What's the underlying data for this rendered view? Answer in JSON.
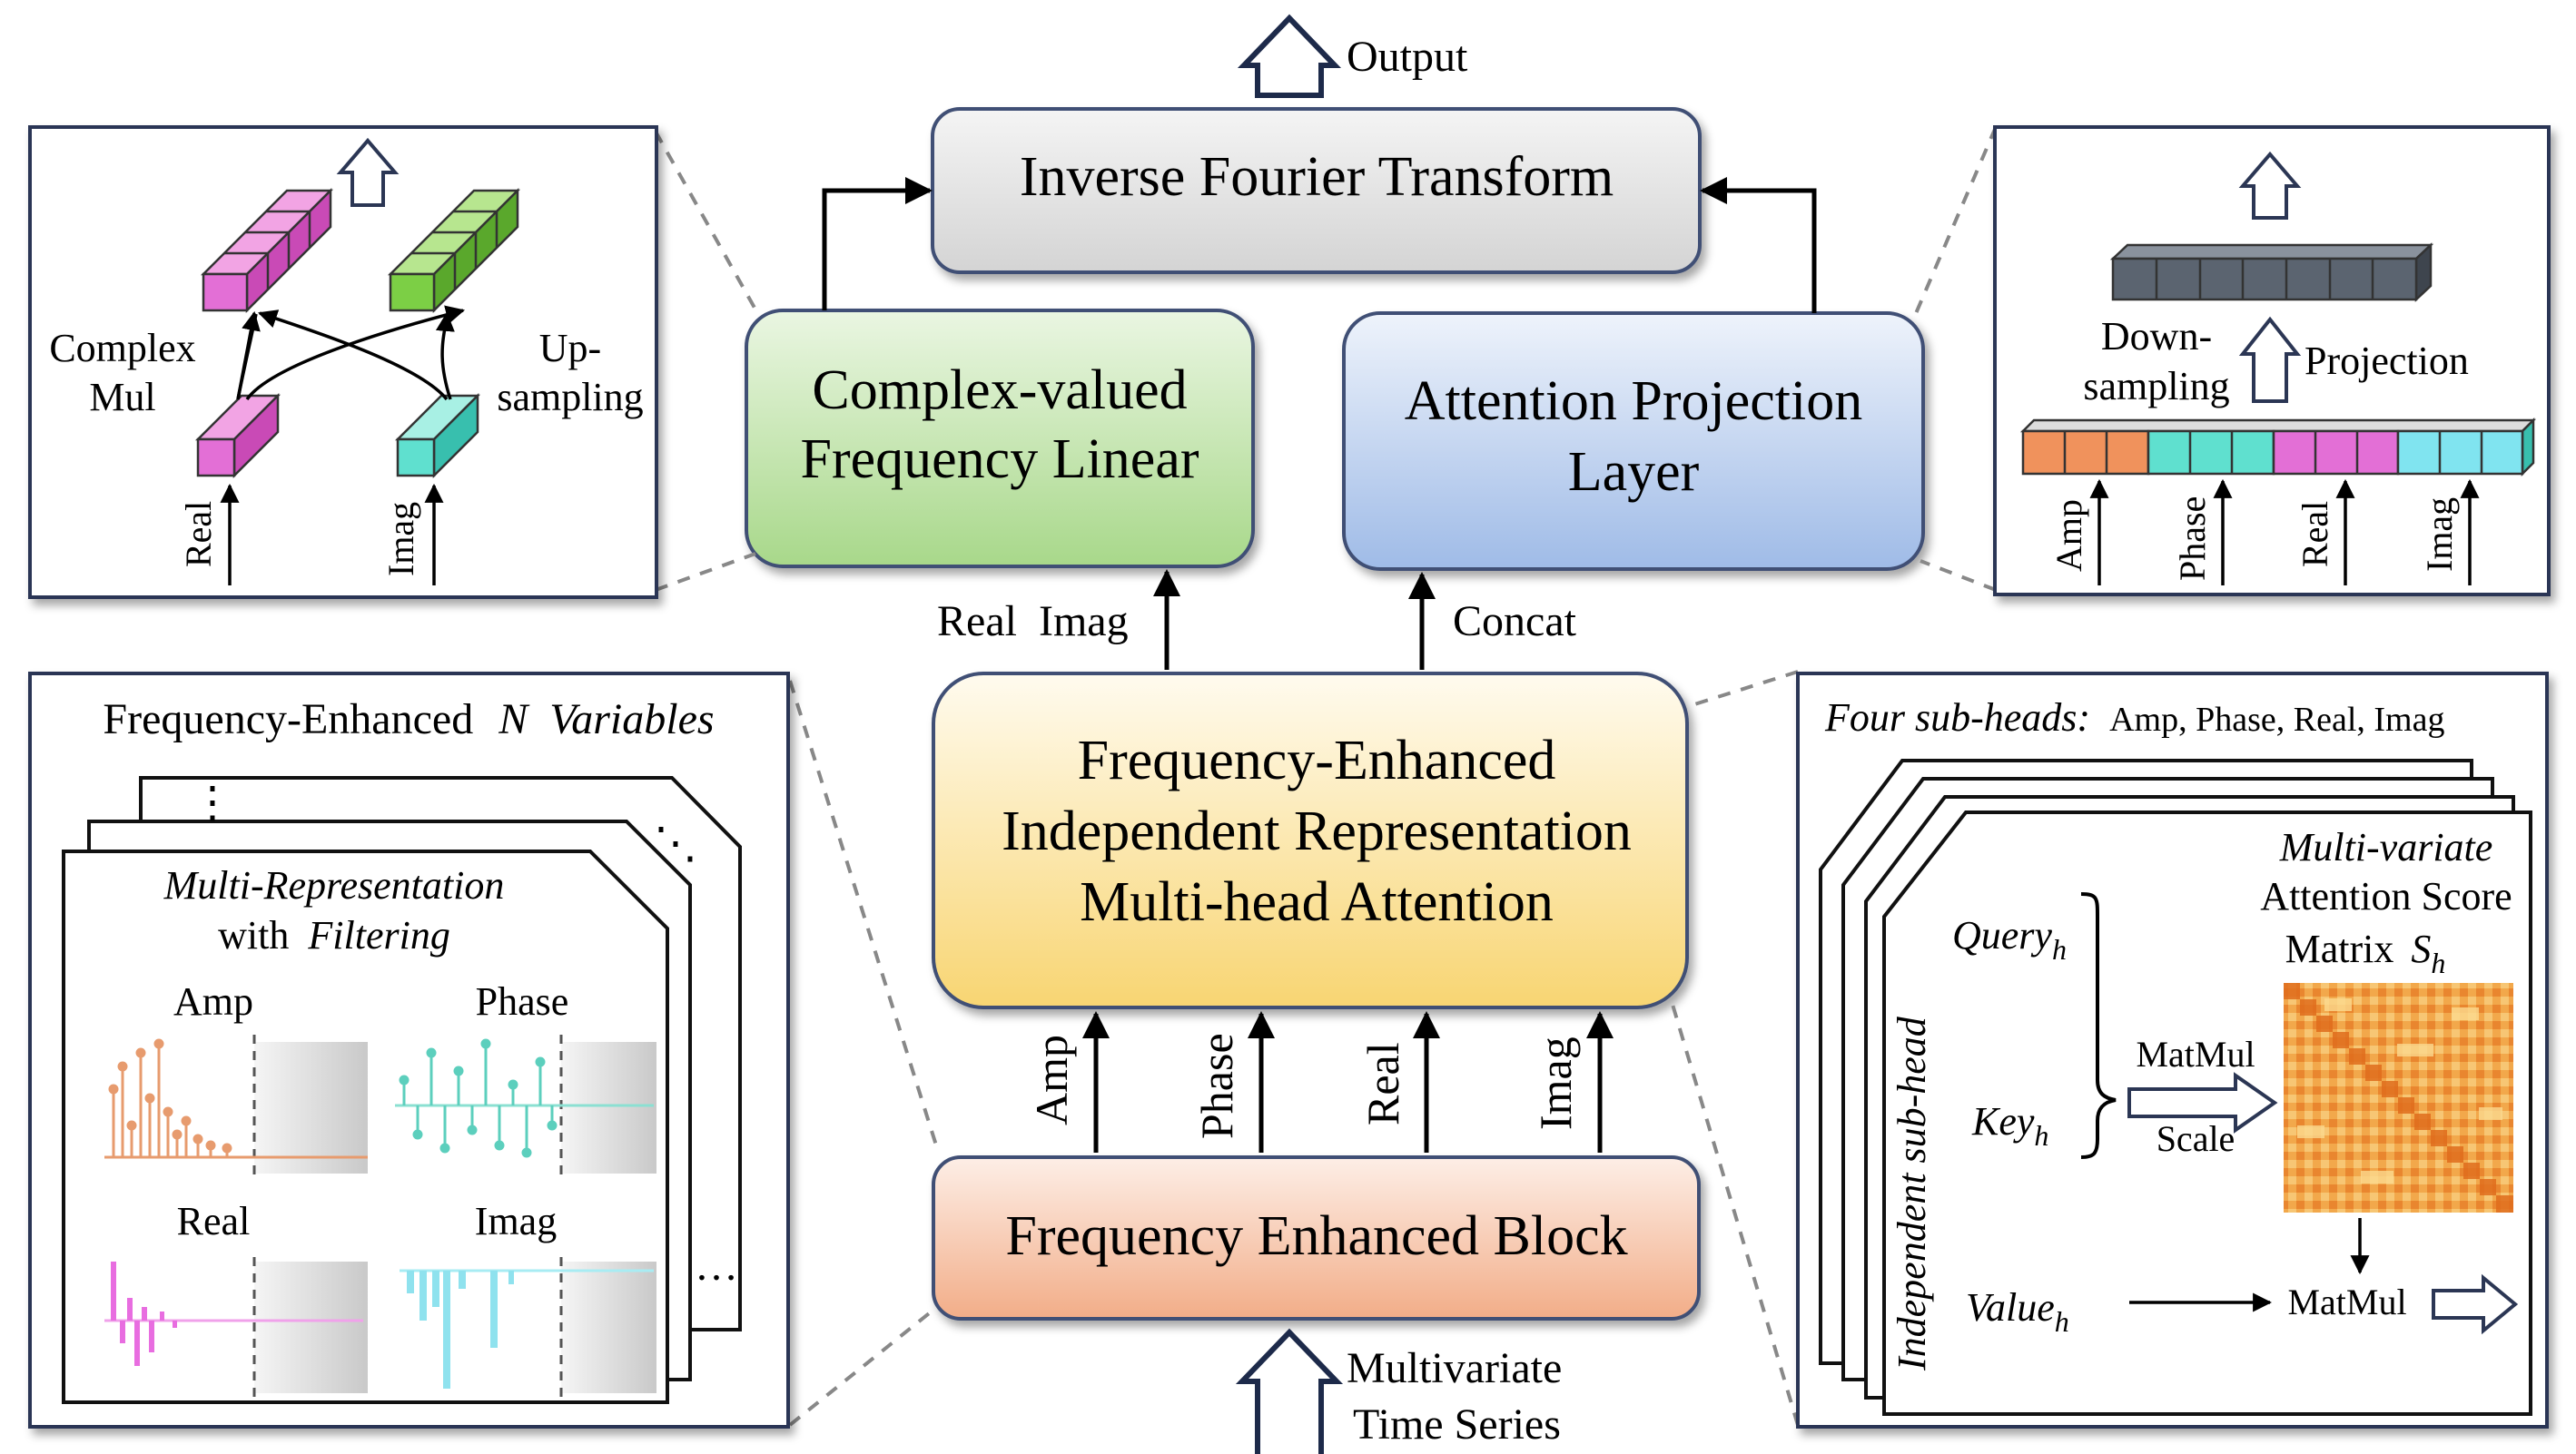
{
  "output_label": "Output",
  "input_label_line1": "Multivariate",
  "input_label_line2": "Time Series",
  "blocks": {
    "ift": "Inverse Fourier Transform",
    "cvfl_line1": "Complex-valued",
    "cvfl_line2": "Frequency Linear",
    "apl_line1": "Attention Projection",
    "apl_line2": "Layer",
    "feirma_line1": "Frequency-Enhanced",
    "feirma_line2": "Independent Representation",
    "feirma_line3": "Multi-head Attention",
    "feb": "Frequency Enhanced Block"
  },
  "edges": {
    "real_imag": "Real  Imag",
    "concat": "Concat",
    "amp": "Amp",
    "phase": "Phase",
    "real": "Real",
    "imag": "Imag"
  },
  "left_top_panel": {
    "complex_line1": "Complex",
    "complex_line2": "Mul",
    "up_line1": "Up-",
    "up_line2": "sampling",
    "real": "Real",
    "imag": "Imag"
  },
  "right_top_panel": {
    "down_line1": "Down-",
    "down_line2": "sampling",
    "projection": "Projection",
    "amp": "Amp",
    "phase": "Phase",
    "real": "Real",
    "imag": "Imag"
  },
  "left_bottom_panel": {
    "title_prefix": "Frequency-Enhanced",
    "title_n": "N",
    "title_suffix": "Variables",
    "card_line1": "Multi-Representation",
    "card_line2_prefix": "with",
    "card_line2_italic": "Filtering",
    "amp": "Amp",
    "phase": "Phase",
    "real": "Real",
    "imag": "Imag",
    "dots": "⋮",
    "ddots": "⋱",
    "hdots": "…"
  },
  "right_bottom_panel": {
    "title_italic": "Four sub-heads:",
    "title_rest": "Amp, Phase, Real, Imag",
    "side_label": "Independent sub-head",
    "query": "Query",
    "key": "Key",
    "value": "Value",
    "sub_h": "h",
    "matmul": "MatMul",
    "scale": "Scale",
    "matmul2": "MatMul",
    "score_line1": "Multi-variate",
    "score_line2": "Attention Score",
    "score_line3_prefix": "Matrix",
    "score_S": "S"
  },
  "colors": {
    "magenta": "#e36fd6",
    "green": "#7ccf45",
    "cyan": "#5fe0cf",
    "orange": "#f0925c",
    "gray": "#5b6470",
    "ift_fill": "#e2e2e2",
    "cvfl_fill": "#bfe2a8",
    "apl_fill": "#bcd0ef",
    "feirma_fill": "#fbe3a0",
    "feb_fill": "#f6c6aa"
  }
}
